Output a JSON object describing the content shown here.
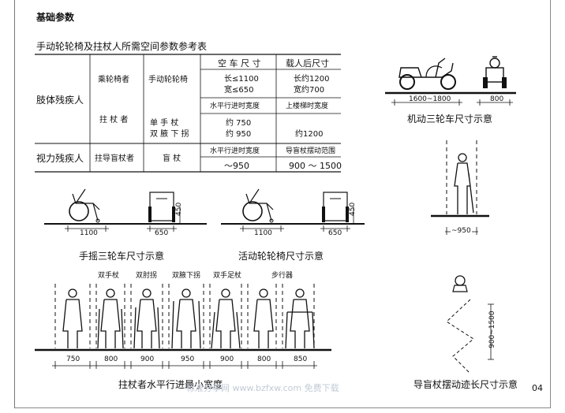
{
  "header": {
    "section_title": "基础参数",
    "page_number": "04"
  },
  "table": {
    "title": "手动​轮轮椅及拄杖人所需空间参数参考表",
    "head_empty_label": "空 车 尺 寸",
    "head_loaded_label": "载人后尺寸",
    "group_limb": "肢体残疾人",
    "group_visual": "视力残疾人",
    "row_wheelchair_user": "乘轮椅者",
    "row_crutch_user": "拄 杖 者",
    "row_cane_user": "拄导盲杖者",
    "wc_type": "手动​轮轮椅",
    "wc_empty_length": "长≤1100",
    "wc_empty_width": "宽≤650",
    "wc_loaded_length": "长约1200",
    "wc_loaded_width": "宽约700",
    "crutch_head_flat": "水平行进时宽度",
    "crutch_head_stairs": "上楼梯时宽度",
    "crutch_single": "单  手  杖",
    "crutch_double": "双  腋  下  拐",
    "crutch_single_val": "约 750",
    "crutch_double_val": "约 950",
    "crutch_stairs_val": "约1200",
    "cane_type": "盲   杖",
    "cane_head_flat": "水平行进时宽度",
    "cane_head_swing": "导盲杖摆动范围",
    "cane_flat_val": "～950",
    "cane_swing_val": "900 ～ 1500"
  },
  "figures": {
    "tricycle": {
      "dim_length": "1600~1800",
      "dim_width": "800",
      "caption": "机动三轮车尺寸示意"
    },
    "hand_tricycle": {
      "dim_length": "1100",
      "dim_width": "650",
      "dim_height": "450",
      "caption": "手摇三轮车尺寸示意"
    },
    "wheelchair": {
      "dim_length": "1100",
      "dim_width": "650",
      "dim_height": "450",
      "caption": "活动​轮轮椅尺寸示意"
    },
    "blind_standing": {
      "dim_width": "~950"
    },
    "crutch_users": {
      "labels": [
        "双手杖",
        "双肘拐",
        "双腋下拐",
        "双手足杖",
        "步行器"
      ],
      "dims": [
        "750",
        "800",
        "900",
        "950",
        "900",
        "800",
        "850"
      ],
      "caption": "拄杖者水平行进最小宽度"
    },
    "cane_swing": {
      "dim_range": "900~1500",
      "caption": "导盲杖摆动迹长尺寸示意"
    }
  },
  "watermark": "标准分享网  www.bzfxw.com  免费下载"
}
